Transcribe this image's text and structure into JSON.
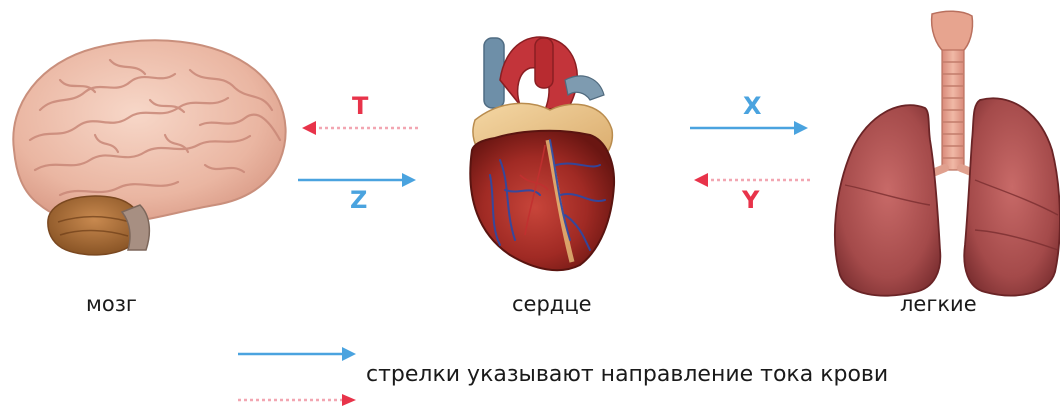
{
  "organs": {
    "brain": {
      "label": "мозг"
    },
    "heart": {
      "label": "сердце"
    },
    "lungs": {
      "label": "легкие"
    }
  },
  "arrows": {
    "t": {
      "letter": "T"
    },
    "z": {
      "letter": "Z"
    },
    "x": {
      "letter": "X"
    },
    "y": {
      "letter": "Y"
    }
  },
  "legend": {
    "text": "стрелки указывают направление тока крови"
  },
  "colors": {
    "blue_arrow": "#4aa3df",
    "red_arrow": "#e8334a",
    "dotted_line": "#f2a6b1"
  }
}
